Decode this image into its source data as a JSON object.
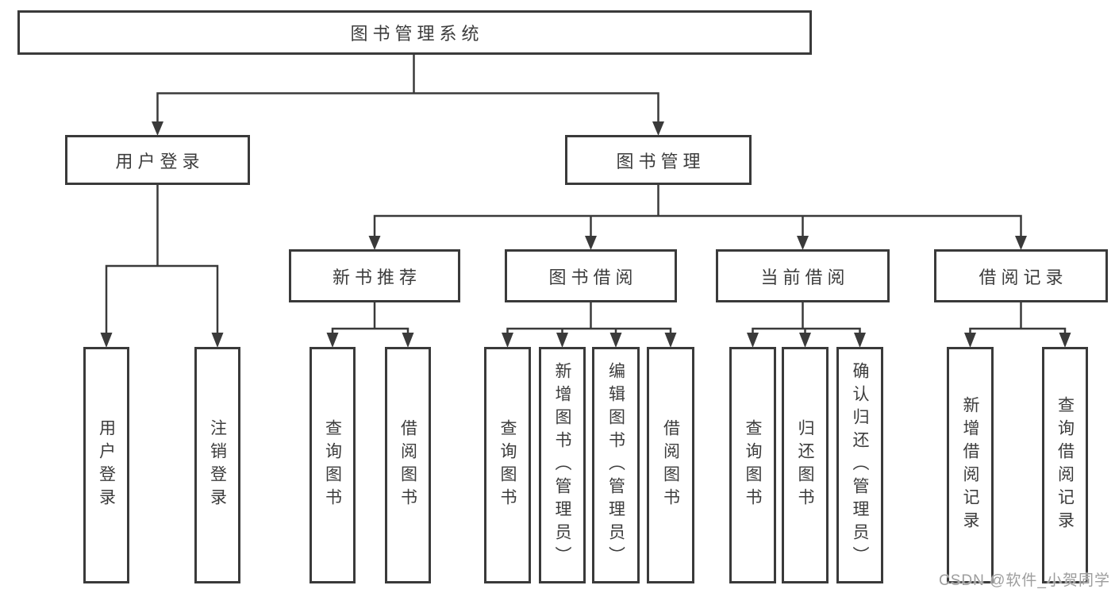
{
  "colors": {
    "line": "#3a3a3a",
    "text": "#3c3c3c",
    "background": "#ffffff",
    "watermark": "#9d9d9d"
  },
  "tree": {
    "root": "图书管理系统",
    "login": {
      "label": "用户登录",
      "leaves": [
        "用户登录",
        "注销登录"
      ]
    },
    "management": {
      "label": "图书管理",
      "children": [
        {
          "label": "新书推荐",
          "leaves": [
            "查询图书",
            "借阅图书"
          ]
        },
        {
          "label": "图书借阅",
          "leaves": [
            "查询图书",
            "新增图书（管理员）",
            "编辑图书（管理员）",
            "借阅图书"
          ]
        },
        {
          "label": "当前借阅",
          "leaves": [
            "查询图书",
            "归还图书",
            "确认归还（管理员）"
          ]
        },
        {
          "label": "借阅记录",
          "leaves": [
            "新增借阅记录",
            "查询借阅记录"
          ]
        }
      ]
    }
  },
  "watermark": "CSDN @软件_小贺同学"
}
